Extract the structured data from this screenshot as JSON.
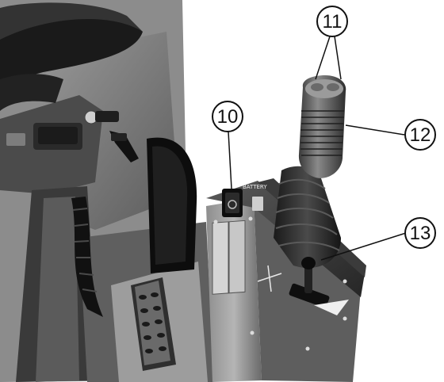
{
  "callouts": [
    {
      "id": "11",
      "label": "11"
    },
    {
      "id": "10",
      "label": "10"
    },
    {
      "id": "12",
      "label": "12"
    },
    {
      "id": "13",
      "label": "13"
    }
  ],
  "control_box": {
    "switch_label": "BATTERY"
  },
  "colors": {
    "background": "#ffffff",
    "dark_gray": "#2a2a2a",
    "mid_gray": "#6e6e6e",
    "light_gray": "#b8b8b8",
    "callout_stroke": "#111111"
  }
}
